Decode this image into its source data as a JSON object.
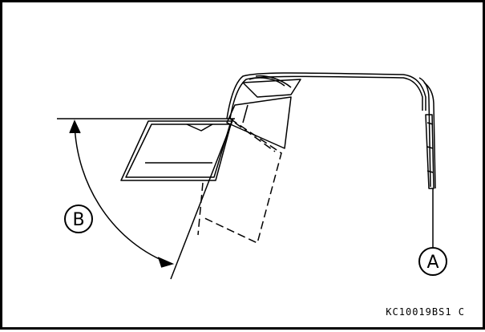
{
  "callouts": {
    "a": "A",
    "b": "B"
  },
  "figure_code": "KC10019BS1  C",
  "colors": {
    "line": "#000000",
    "background": "#ffffff"
  }
}
